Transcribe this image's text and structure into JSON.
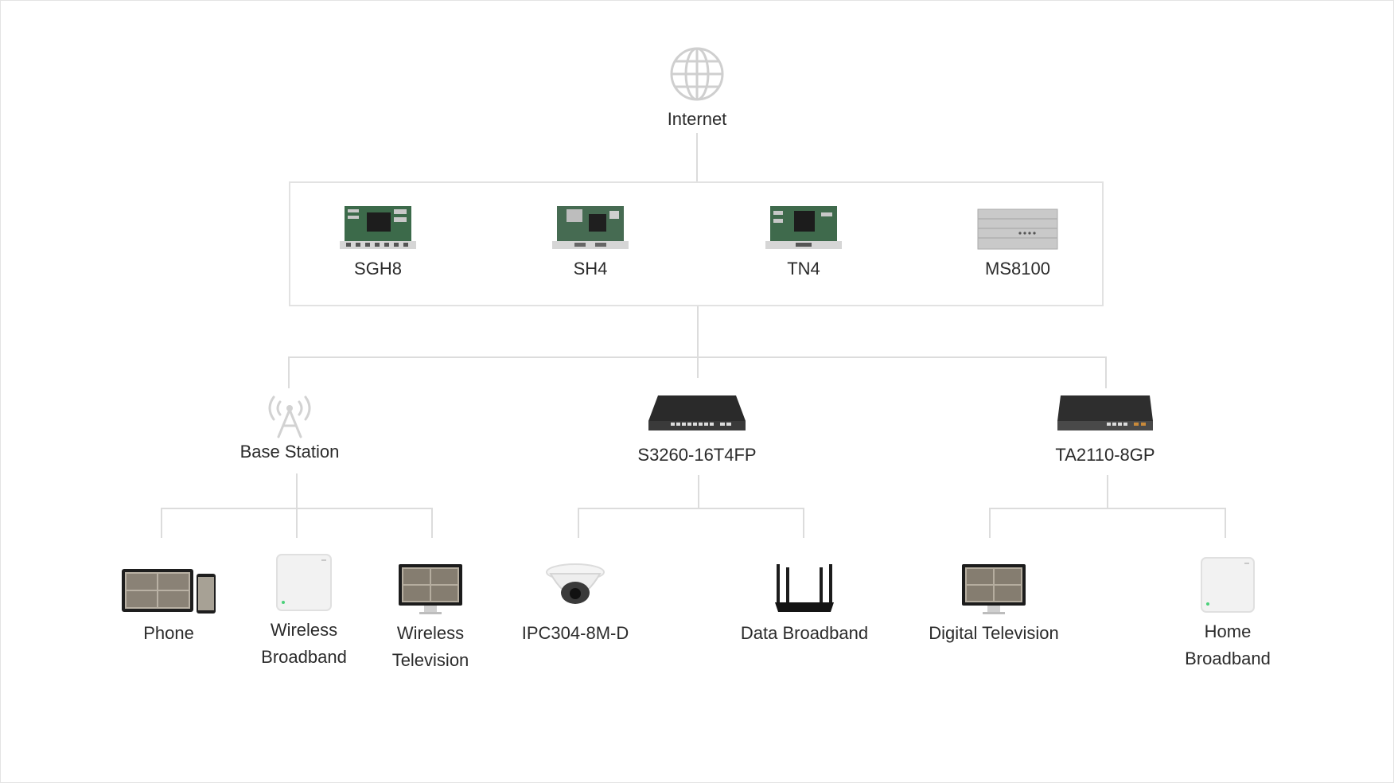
{
  "root": {
    "label": "Internet",
    "icon": "globe-icon"
  },
  "olt_boards": [
    {
      "label": "SGH8",
      "icon": "line-card-icon"
    },
    {
      "label": "SH4",
      "icon": "line-card-icon"
    },
    {
      "label": "TN4",
      "icon": "line-card-icon"
    },
    {
      "label": "MS8100",
      "icon": "olt-chassis-icon"
    }
  ],
  "aggregation": [
    {
      "label": "Base Station",
      "icon": "antenna-tower-icon"
    },
    {
      "label": "S3260-16T4FP",
      "icon": "switch-icon"
    },
    {
      "label": "TA2110-8GP",
      "icon": "switch-icon"
    }
  ],
  "endpoints": [
    {
      "label": "Phone",
      "icon": "tablet-phone-icon"
    },
    {
      "label": "Wireless Broadband",
      "icon": "access-point-icon"
    },
    {
      "label": "Wireless Television",
      "icon": "monitor-icon"
    },
    {
      "label": "IPC304-8M-D",
      "icon": "dome-camera-icon"
    },
    {
      "label": "Data Broadband",
      "icon": "router-icon"
    },
    {
      "label": "Digital Television",
      "icon": "monitor-icon"
    },
    {
      "label": "Home Broadband",
      "icon": "access-point-icon"
    }
  ]
}
